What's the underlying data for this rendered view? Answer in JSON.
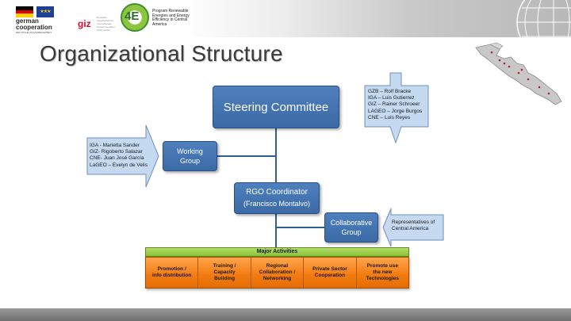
{
  "header": {
    "german_cooperation": {
      "line1": "german",
      "line2": "cooperation",
      "sub": "DEUTSCHE ZUSAMMENARBEIT"
    },
    "giz": {
      "wordmark": "giz",
      "small": "Deutsche Gesellschaft für Internationale Zusammenarbeit (GIZ) GmbH"
    },
    "program_logo": {
      "mark": "4E",
      "caption": "Program Renewable Energies and Energy Efficiency in Central America"
    }
  },
  "title": "Organizational Structure",
  "diagram": {
    "steering_committee": "Steering Committee",
    "steering_members": [
      "GZB – Rolf Bracke",
      "IGA – Luis Gutierrez",
      "GIZ – Rainer Schroeer",
      "LAGEO – Jorge Burgos",
      "CNE – Luis Reyes"
    ],
    "working_group": {
      "line1": "Working",
      "line2": "Group"
    },
    "working_members": [
      "IGA - Marietta Sander",
      "GIZ- Rigoberto Salazar",
      "CNE- Juan José García",
      "LaGEO – Evelyn de Velis"
    ],
    "rgo_coordinator": {
      "line1": "RGO Coordinator",
      "line2": "(Francisco Montalvo)"
    },
    "collaborative_group": {
      "line1": "Collaborative",
      "line2": "Group"
    },
    "collaborative_members": [
      "Representatives of",
      "Central America"
    ]
  },
  "activities": {
    "header": "Major Activities",
    "items": [
      {
        "line1": "Promotion /",
        "line2": "info distribution",
        "line3": ""
      },
      {
        "line1": "Training /",
        "line2": "Capacity",
        "line3": "Building"
      },
      {
        "line1": "Regional",
        "line2": "Collaboration /",
        "line3": "Networking"
      },
      {
        "line1": "Private Sector",
        "line2": "Cooperation",
        "line3": ""
      },
      {
        "line1": "Promote use",
        "line2": "the new",
        "line3": "Technologies"
      }
    ]
  },
  "colors": {
    "node_blue": "#4f80bd",
    "callout_blue": "#c5d9f1",
    "activity_orange": "#f47d12",
    "activity_header_green": "#8bc034"
  }
}
